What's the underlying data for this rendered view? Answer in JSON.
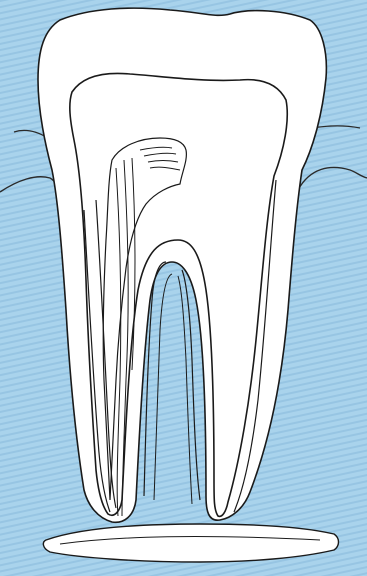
{
  "diagram": {
    "subject": "tooth-cross-section",
    "colors": {
      "background": "#a9d3ec",
      "background_stripe": "#97c5e3",
      "line": "#1a1a1a",
      "fill": "#ffffff",
      "gum_edge": "#2a2a2a"
    },
    "parts": [
      "crown",
      "root-left",
      "root-right",
      "pulp-chamber",
      "root-canal-left",
      "root-canal-right",
      "nerve-bundle",
      "gum-left",
      "gum-right",
      "jaw-bone"
    ]
  }
}
